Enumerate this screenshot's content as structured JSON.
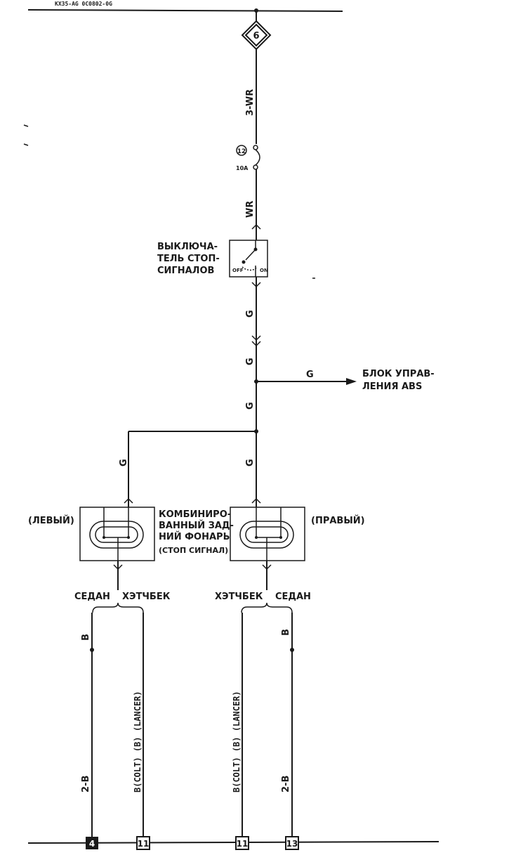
{
  "header": {
    "code": "KX35-AG 0C0802-0G"
  },
  "connectors": {
    "top_diamond": "6",
    "fuse_number": "12",
    "fuse_rating": "10A"
  },
  "wires": {
    "top": "3-WR",
    "after_fuse": "WR",
    "g1": "G",
    "g2": "G",
    "g3": "G",
    "g4": "G",
    "branch_abs": "G",
    "left_vertical": "G",
    "sedan_left": "B",
    "hatch_left": "B(COLT) (B) (LANCER)",
    "hatch_right": "B(COLT) (B) (LANCER)",
    "sedan_right": "B",
    "sedan_left_ground": "2-B",
    "sedan_right_ground": "2-B"
  },
  "switch": {
    "line1": "ВЫКЛЮЧА-",
    "line2": "ТЕЛЬ СТОП-",
    "line3": "СИГНАЛОВ",
    "off": "OFF",
    "on": "ON"
  },
  "abs": {
    "line1": "БЛОК УПРАВ-",
    "line2": "ЛЕНИЯ ABS"
  },
  "lamp": {
    "left_label": "(ЛЕВЫЙ)",
    "right_label": "(ПРАВЫЙ)",
    "name1": "КОМБИНИРО-",
    "name2": "ВАННЫЙ ЗАД-",
    "name3": "НИЙ ФОНАРЬ",
    "name4": "(СТОП СИГНАЛ)"
  },
  "variants": {
    "left_sedan": "СЕДАН",
    "left_hatch": "ХЭТЧБЕК",
    "right_hatch": "ХЭТЧБЕК",
    "right_sedan": "СЕДАН"
  },
  "grounds": {
    "g1": "4",
    "g2": "11",
    "g3": "11",
    "g4": "13"
  }
}
